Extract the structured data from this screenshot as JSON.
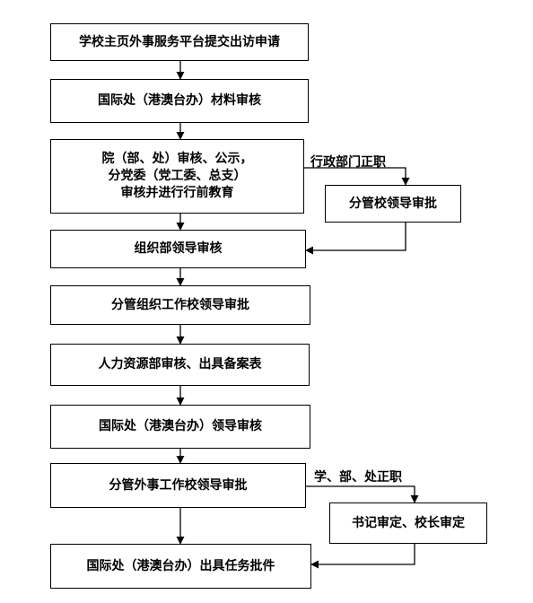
{
  "steps": {
    "s1": "学校主页外事服务平台提交出访申请",
    "s2": "国际处（港澳台办）材料审核",
    "s3_line1": "院（部、处）审核、公示，",
    "s3_line2": "分党委（党工委、总支）",
    "s3_line3": "审核并进行行前教育",
    "s4": "组织部领导审核",
    "s5": "分管组织工作校领导审批",
    "s6": "人力资源部审核、出具备案表",
    "s7": "国际处（港澳台办）领导审核",
    "s8": "分管外事工作校领导审批",
    "s9": "国际处（港澳台办）出具任务批件"
  },
  "branches": {
    "label_a": "行政部门正职",
    "box_a": "分管校领导审批",
    "label_b": "学、部、处正职",
    "box_b": "书记审定、校长审定"
  }
}
